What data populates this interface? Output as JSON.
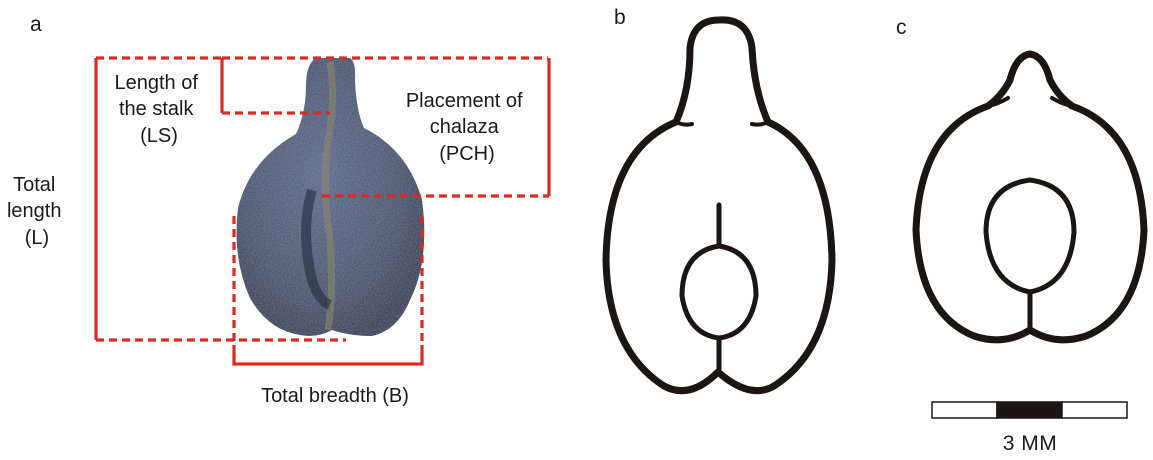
{
  "panels": {
    "a": {
      "label": "a"
    },
    "b": {
      "label": "b"
    },
    "c": {
      "label": "c"
    }
  },
  "annotations": {
    "stalk": {
      "lines": [
        "Length of",
        "the stalk",
        "(LS)"
      ]
    },
    "chalaza": {
      "lines": [
        "Placement of",
        "chalaza",
        "(PCH)"
      ]
    },
    "length": {
      "lines": [
        "Total",
        "length",
        "(L)"
      ]
    },
    "breadth": {
      "text": "Total breadth (B)"
    }
  },
  "scale_bar": {
    "label": "3 MM",
    "segments": [
      "white",
      "black",
      "white"
    ]
  },
  "colors": {
    "measure_line": "#d92b22",
    "seed_body": "#3b4663",
    "outline": "#1b1514",
    "text": "#1a1a1a"
  }
}
